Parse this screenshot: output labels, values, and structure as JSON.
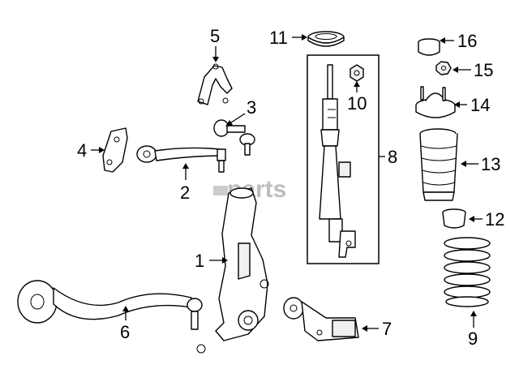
{
  "watermark": "parts",
  "callouts": [
    {
      "id": "1",
      "text": "1"
    },
    {
      "id": "2",
      "text": "2"
    },
    {
      "id": "3",
      "text": "3"
    },
    {
      "id": "4",
      "text": "4"
    },
    {
      "id": "5",
      "text": "5"
    },
    {
      "id": "6",
      "text": "6"
    },
    {
      "id": "7",
      "text": "7"
    },
    {
      "id": "8",
      "text": "8"
    },
    {
      "id": "9",
      "text": "9"
    },
    {
      "id": "10",
      "text": "10"
    },
    {
      "id": "11",
      "text": "11"
    },
    {
      "id": "12",
      "text": "12"
    },
    {
      "id": "13",
      "text": "13"
    },
    {
      "id": "14",
      "text": "14"
    },
    {
      "id": "15",
      "text": "15"
    },
    {
      "id": "16",
      "text": "16"
    }
  ]
}
